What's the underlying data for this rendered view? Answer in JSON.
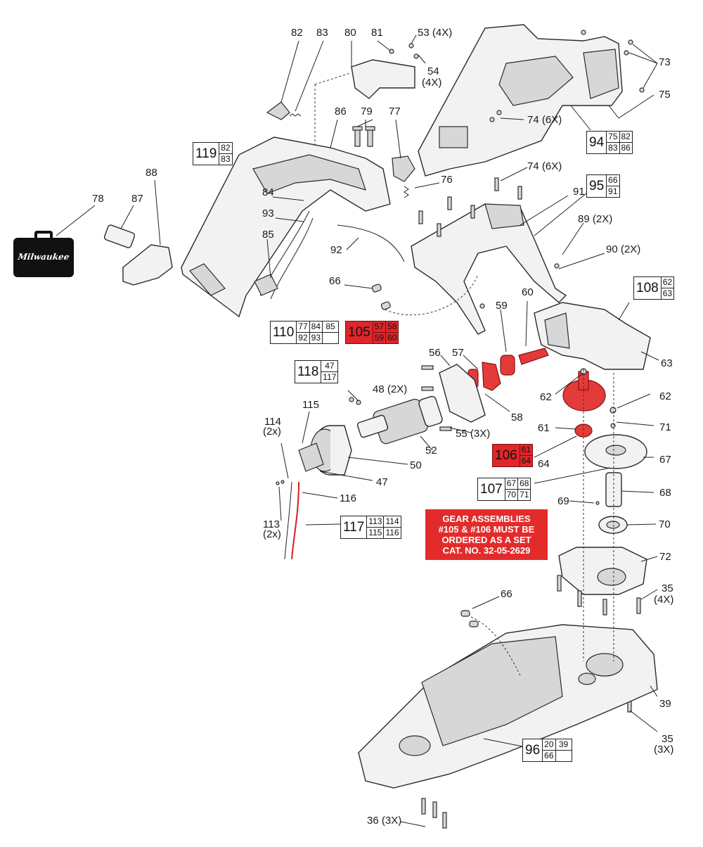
{
  "brand_logo": "Milwaukee",
  "part_labels": {
    "p82": "82",
    "p83": "83",
    "p80": "80",
    "p81": "81",
    "p53": "53 (4X)",
    "p54a": "54",
    "p54b": "(4X)",
    "p73": "73",
    "p75": "75",
    "p86": "86",
    "p79": "79",
    "p77": "77",
    "p74a": "74 (6X)",
    "p88": "88",
    "p78": "78",
    "p87": "87",
    "p84": "84",
    "p93": "93",
    "p76": "76",
    "p74b": "74 (6X)",
    "p91": "91",
    "p89": "89 (2X)",
    "p85": "85",
    "p92": "92",
    "p90": "90 (2X)",
    "p66a": "66",
    "p60": "60",
    "p59": "59",
    "p56": "56",
    "p57": "57",
    "p63": "63",
    "p48": "48 (2X)",
    "p62a": "62",
    "p62b": "62",
    "p58": "58",
    "p115": "115",
    "p114a": "114",
    "p114b": "(2x)",
    "p55": "55 (3X)",
    "p71": "71",
    "p61": "61",
    "p52": "52",
    "p67": "67",
    "p64": "64",
    "p50": "50",
    "p47": "47",
    "p68": "68",
    "p116": "116",
    "p69": "69",
    "p70": "70",
    "p113a": "113",
    "p113b": "(2x)",
    "p72": "72",
    "p35a": "35",
    "p35b": "(4X)",
    "p66b": "66",
    "p39": "39",
    "p35c": "35",
    "p35d": "(3X)",
    "p36": "36 (3X)"
  },
  "kit_boxes": {
    "k119": {
      "main": "119",
      "items": [
        "82",
        "83"
      ]
    },
    "k94": {
      "main": "94",
      "items": [
        "75",
        "82",
        "83",
        "86"
      ]
    },
    "k95": {
      "main": "95",
      "items": [
        "66",
        "91"
      ]
    },
    "k108": {
      "main": "108",
      "items": [
        "62",
        "63"
      ]
    },
    "k110": {
      "main": "110",
      "items": [
        "77",
        "84",
        "85",
        "92",
        "93",
        ""
      ]
    },
    "k105": {
      "main": "105",
      "items": [
        "57",
        "58",
        "59",
        "60"
      ]
    },
    "k118": {
      "main": "118",
      "items": [
        "47",
        "117"
      ]
    },
    "k106": {
      "main": "106",
      "items": [
        "61",
        "64"
      ]
    },
    "k107": {
      "main": "107",
      "items": [
        "67",
        "68",
        "70",
        "71"
      ]
    },
    "k117": {
      "main": "117",
      "items": [
        "113",
        "114",
        "115",
        "116"
      ]
    },
    "k96": {
      "main": "96",
      "items": [
        "20",
        "39",
        "66",
        ""
      ]
    }
  },
  "notice": {
    "line1": "GEAR ASSEMBLIES",
    "line2": "#105 & #106 MUST BE",
    "line3": "ORDERED AS A SET",
    "line4": "CAT. NO. 32-05-2629"
  },
  "colors": {
    "highlight": "#e32b2b",
    "line": "#222222",
    "part_fill": "#f2f2f2",
    "part_shade": "#c9c9c9"
  }
}
